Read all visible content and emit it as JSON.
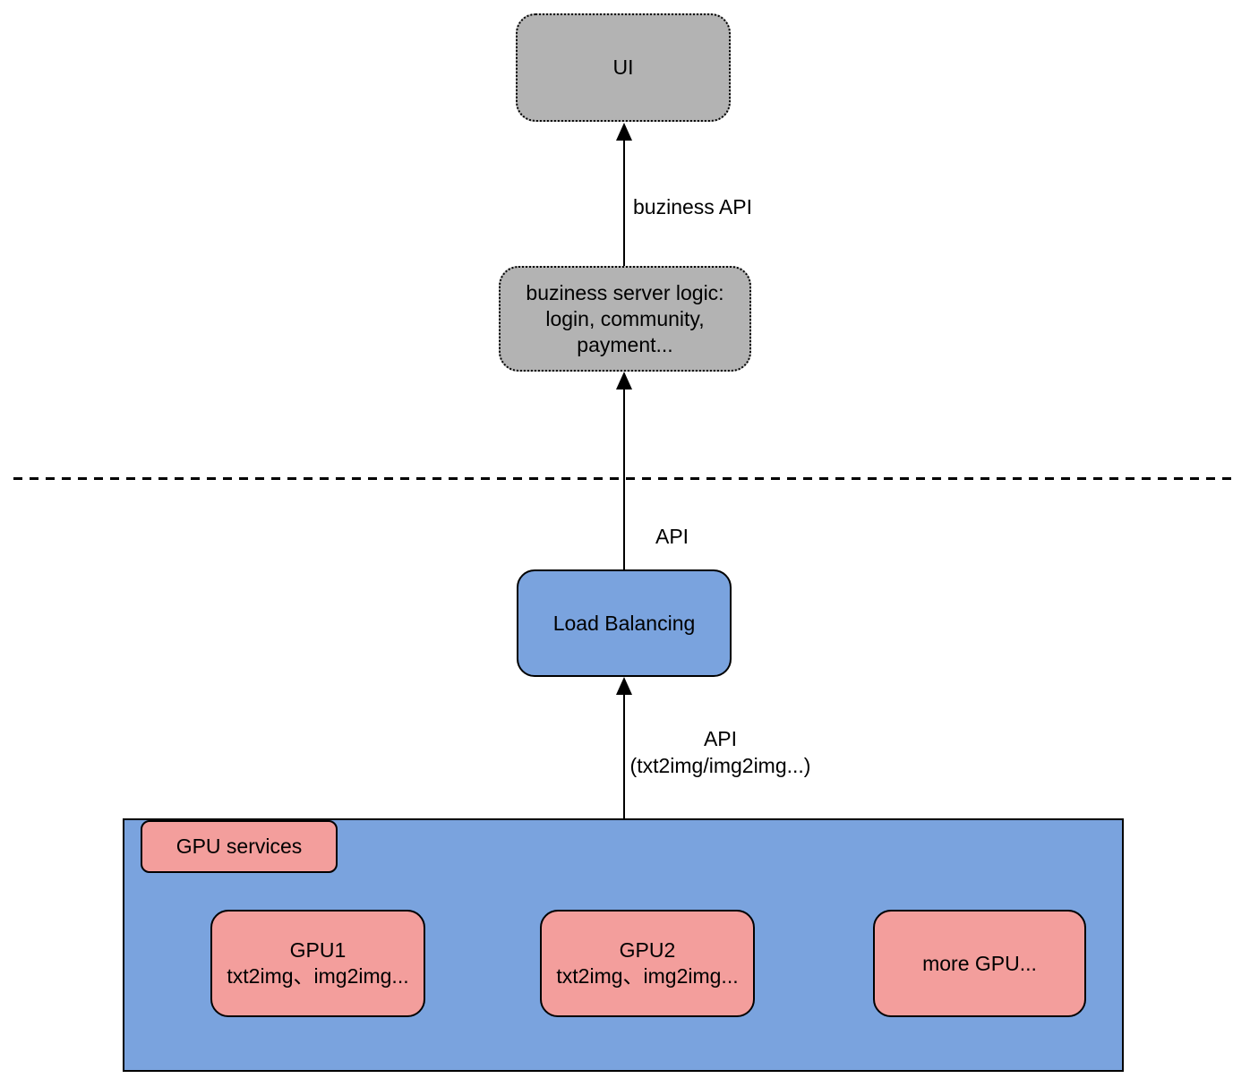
{
  "diagram": {
    "nodes": {
      "ui": {
        "label": "UI"
      },
      "business": {
        "lines": [
          "buziness server logic:",
          "login, community,",
          "payment..."
        ]
      },
      "load_balancing": {
        "label": "Load Balancing"
      },
      "gpu_container": {
        "title": "GPU services"
      },
      "gpu1": {
        "name": "GPU1",
        "apis": "txt2img、img2img..."
      },
      "gpu2": {
        "name": "GPU2",
        "apis": "txt2img、img2img..."
      },
      "more_gpu": {
        "label": "more GPU..."
      }
    },
    "edges": {
      "business_to_ui": {
        "label": "buziness API"
      },
      "lb_to_business": {
        "label": "API"
      },
      "gpu_to_lb": {
        "label_line1": "API",
        "label_line2": "(txt2img/img2img...)"
      }
    },
    "colors": {
      "node_gray": "#b3b3b3",
      "node_blue": "#7aa3de",
      "node_pink": "#f39e9c",
      "stroke": "#000000",
      "background": "#ffffff"
    }
  }
}
